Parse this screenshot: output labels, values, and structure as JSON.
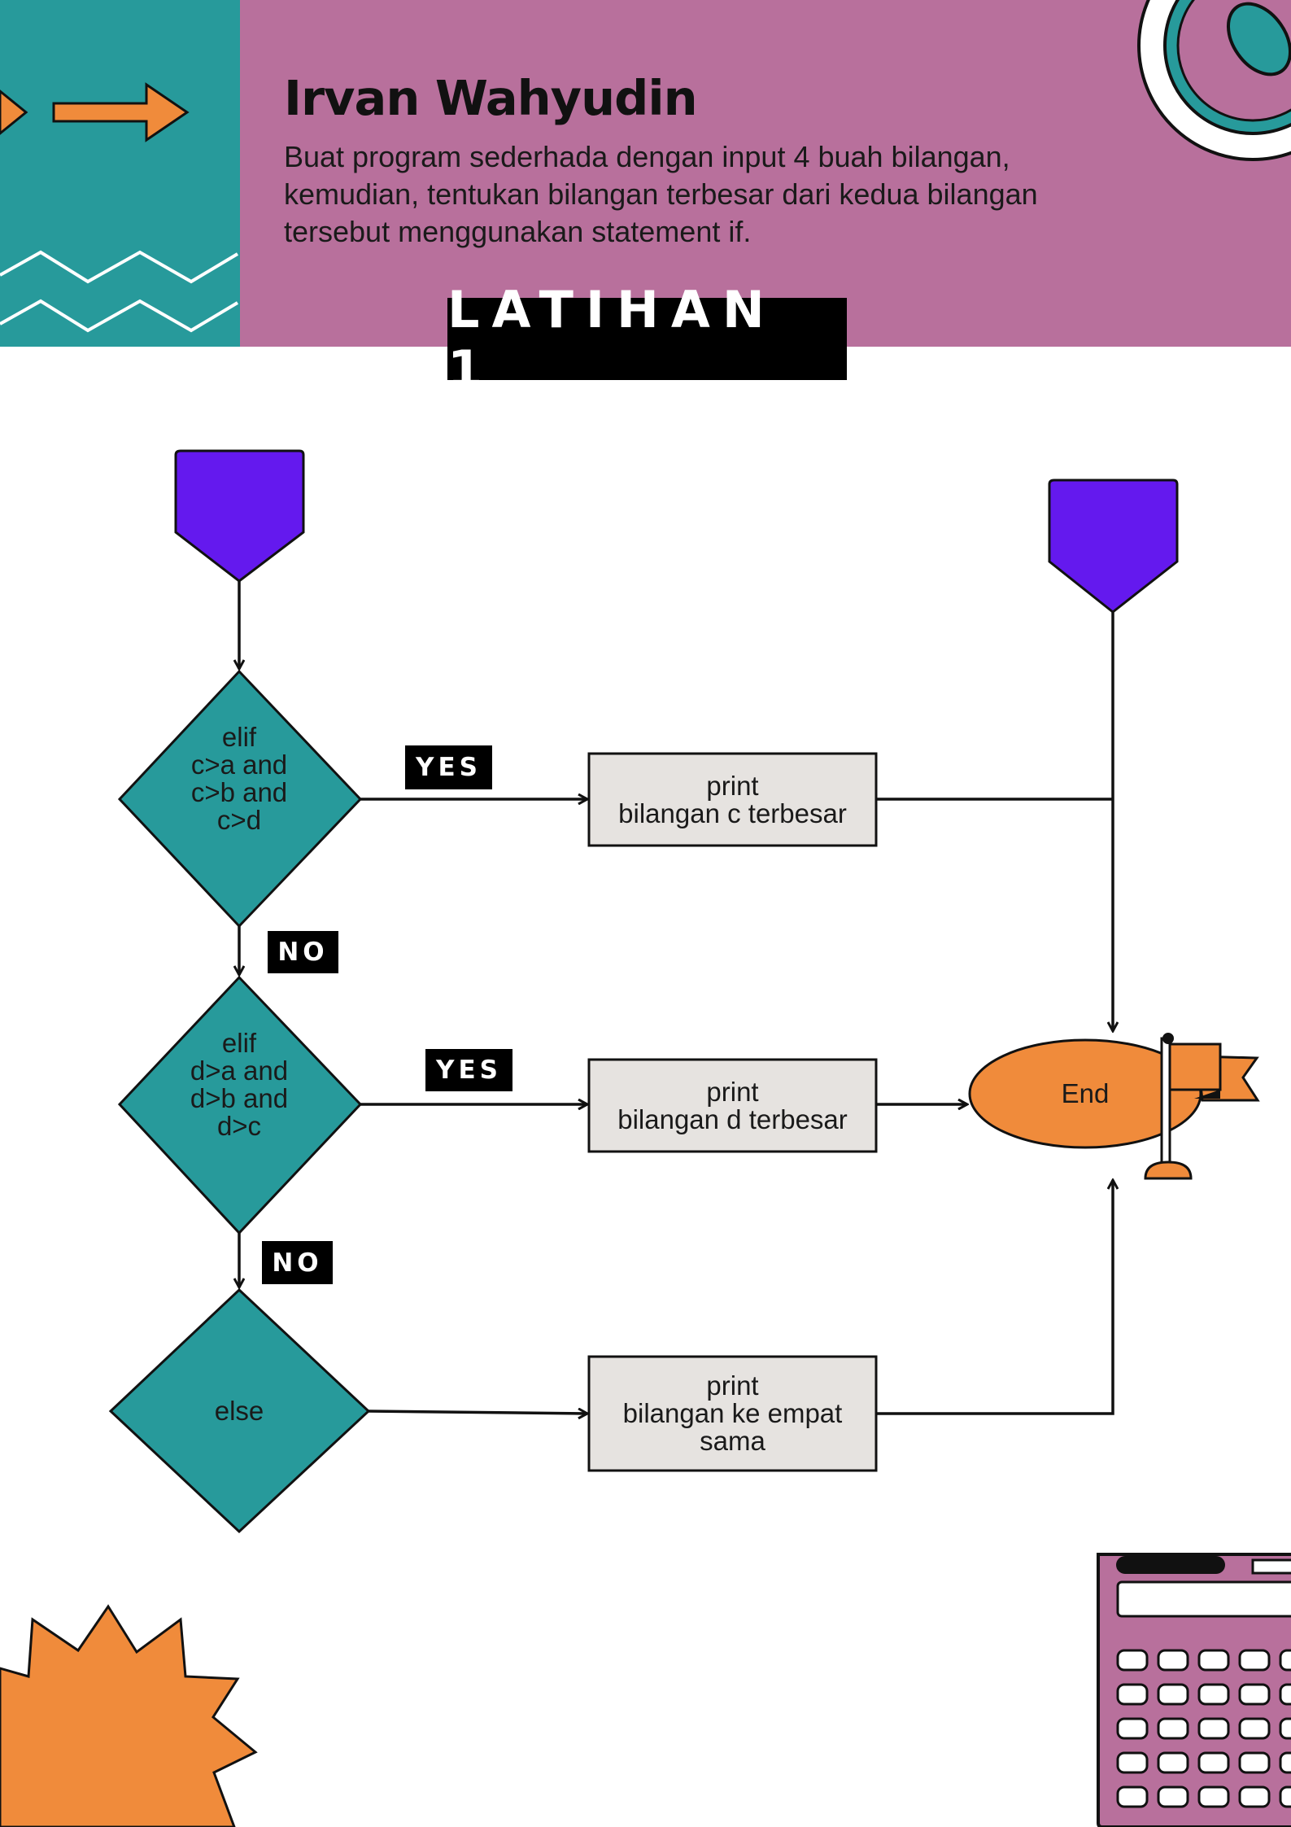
{
  "header": {
    "title": "Irvan Wahyudin",
    "description": "Buat program sederhada dengan input 4 buah bilangan, kemudian, tentukan bilangan terbesar dari kedua bilangan tersebut menggunakan statement if."
  },
  "banner": {
    "label": "LATIHAN 1"
  },
  "flowchart": {
    "decisions": [
      {
        "label": "elif\nc>a and\nc>b and\nc>d"
      },
      {
        "label": "elif\nd>a and\nd>b and\nd>c"
      },
      {
        "label": "else"
      }
    ],
    "processes": [
      {
        "label": "print\nbilangan c terbesar"
      },
      {
        "label": "print\nbilangan d terbesar"
      },
      {
        "label": "print\nbilangan ke empat\nsama"
      }
    ],
    "terminal": {
      "label": "End"
    },
    "yes_label": "YES",
    "no_label": "NO"
  },
  "colors": {
    "teal": "#279a9b",
    "magenta": "#b8709c",
    "orange": "#f08b3b",
    "purple": "#6419ee",
    "process_fill": "#e6e3e0"
  },
  "decorations": [
    "arrow-icon",
    "zigzag-icon",
    "starburst-icon",
    "calculator-icon",
    "flag-icon",
    "ring-icon",
    "pointer-shape"
  ]
}
